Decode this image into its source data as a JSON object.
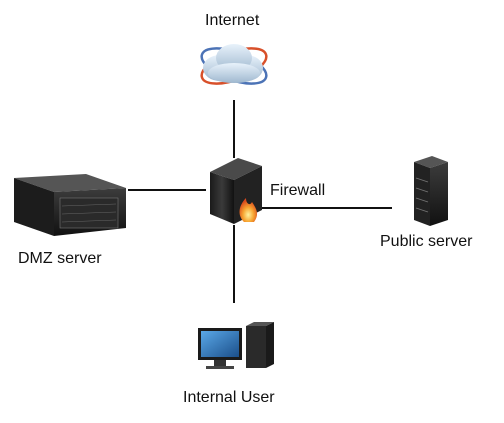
{
  "nodes": {
    "internet": {
      "label": "Internet",
      "icon": "cloud-icon"
    },
    "firewall": {
      "label": "Firewall",
      "icon": "firewall-icon"
    },
    "dmz_server": {
      "label": "DMZ server",
      "icon": "rack-server-icon"
    },
    "public_server": {
      "label": "Public server",
      "icon": "tower-server-icon"
    },
    "internal_user": {
      "label": "Internal User",
      "icon": "desktop-computer-icon"
    }
  },
  "edges": [
    {
      "from": "firewall",
      "to": "internet"
    },
    {
      "from": "firewall",
      "to": "dmz_server"
    },
    {
      "from": "firewall",
      "to": "public_server"
    },
    {
      "from": "firewall",
      "to": "internal_user"
    }
  ],
  "colors": {
    "line": "#111111",
    "flame": "#f28a1e"
  }
}
